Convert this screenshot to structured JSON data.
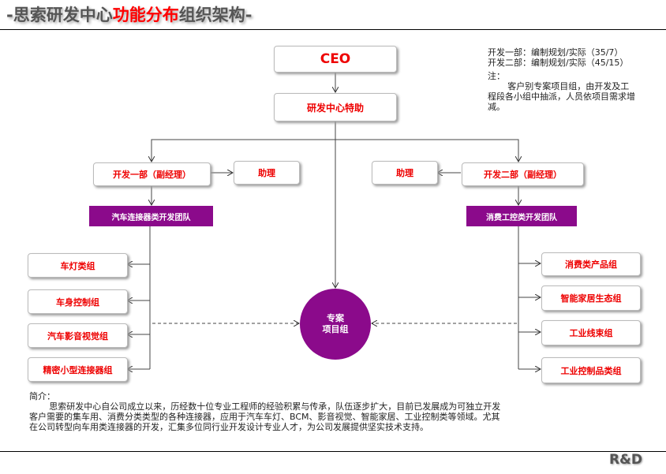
{
  "title": {
    "prefix": "-思索研发中心",
    "highlight": "功能分布",
    "suffix": "组织架构-"
  },
  "nodes": {
    "ceo": "CEO",
    "assistant_special": "研发中心特助",
    "dept1": "开发一部（副经理）",
    "dept2": "开发二部（副经理）",
    "assistant_left": "助理",
    "assistant_right": "助理",
    "team_left": "汽车连接器类开发团队",
    "team_right": "消费工控类开发团队",
    "left_groups": [
      "车灯类组",
      "车身控制组",
      "汽车影音视觉组",
      "精密小型连接器组"
    ],
    "right_groups": [
      "消费类产品组",
      "智能家居生态组",
      "工业线束组",
      "工业控制品类组"
    ],
    "project_line1": "专案",
    "project_line2": "项目组"
  },
  "notes": {
    "line1": "开发一部：编制规划/实际（35/7）",
    "line2": "开发二部：编制规划/实际（45/15）",
    "note_label": "注：",
    "note_text": "客户别专案项目组，由开发及工程段各小组中抽派，人员依项目需求增减。"
  },
  "intro": {
    "label": "简介：",
    "text": "思索研发中心自公司成立以来，历经数十位专业工程师的经验积累与传承，队伍逐步扩大，目前已发展成为可独立开发客户需要的集车用、消费分类类型的各种连接器，应用于汽车车灯、BCM、影音视觉、智能家居、工业控制类等领域。尤其在公司转型向车用类连接器的开发，汇集多位同行业开发设计专业人才，为公司发展提供坚实技术支持。"
  },
  "footer": {
    "logo": "R&D"
  },
  "colors": {
    "accent": "#ff0000",
    "purple": "#8b0a8b"
  }
}
